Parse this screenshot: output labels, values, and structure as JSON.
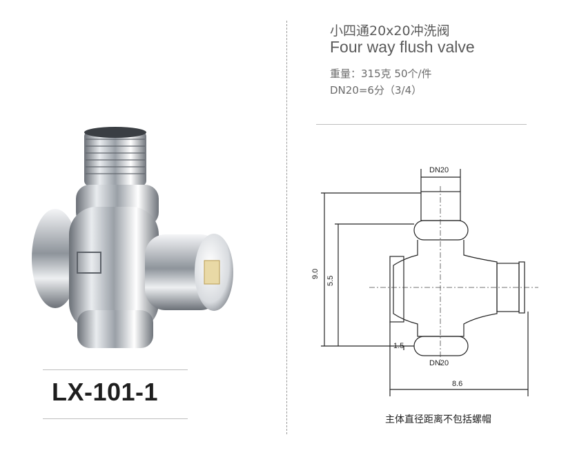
{
  "product": {
    "title_cn": "小四通20x20冲洗阀",
    "title_en": "Four way flush valve",
    "weight_line": "重量：315克  50个/件",
    "size_line": "DN20=6分（3/4）",
    "model_code": "LX-101-1"
  },
  "drawing": {
    "label_top": "DN20",
    "label_bottom": "DN20",
    "dim_height_total": "9.0",
    "dim_height_inner": "5.5",
    "dim_left_offset": "1.5",
    "dim_width": "8.6",
    "note": "主体直径距离不包括螺帽"
  },
  "colors": {
    "line": "#222222",
    "metal_dark": "#5a5f66",
    "metal_light": "#f2f3f5"
  }
}
